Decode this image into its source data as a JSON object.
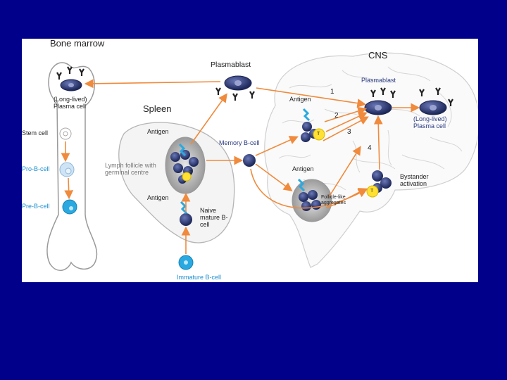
{
  "slide": {
    "background": "#00008b",
    "panel_color": "#ffffff",
    "arrow_color": "#f08a3c",
    "cell_dark": "#2b3568",
    "cell_light_blue": "#2aa9e0",
    "tcell": "#ffe033"
  },
  "labels": {
    "bone_marrow": "Bone marrow",
    "long_lived_plasma_cell": "(Long-lived) Plasma cell",
    "stem_cell": "Stem cell",
    "pro_b_cell": "Pro-B-cell",
    "pre_b_cell": "Pre-B-cell",
    "spleen": "Spleen",
    "antigen_spleen": "Antigen",
    "lymph_follicle": "Lymph follicle with germinal centre",
    "antigen_naive": "Antigen",
    "naive_mature_b_cell": "Naive mature B-cell",
    "immature_b_cell": "Immature B-cell",
    "plasmablast_top": "Plasmablast",
    "memory_b_cell": "Memory B-cell",
    "cns": "CNS",
    "antigen_cns": "Antigen",
    "plasmablast_cns": "Plasmablast",
    "long_lived_plasma_cell_cns": "(Long-lived) Plasma cell",
    "antigen_follicle": "Antigen",
    "follicle_like_aggregates": "Follicle-like aggregates",
    "bystander_activation": "Bystander activation",
    "t_label": "T",
    "num_1": "1",
    "num_2": "2",
    "num_3": "3",
    "num_4": "4"
  }
}
